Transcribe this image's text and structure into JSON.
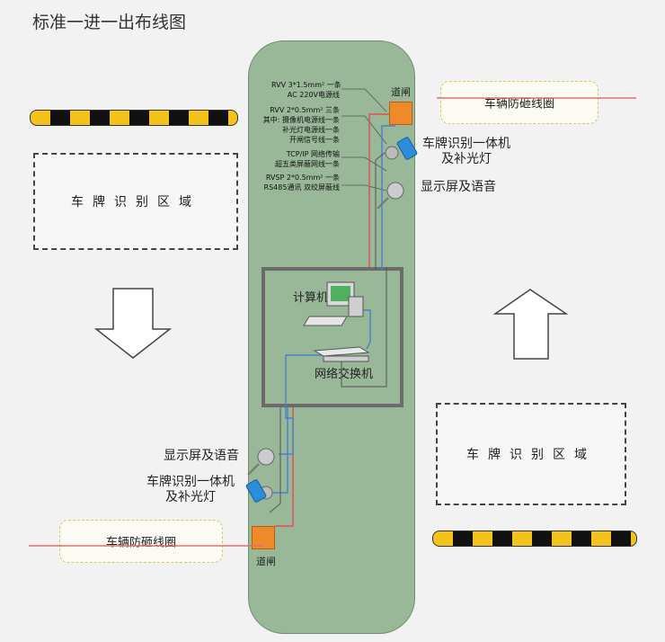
{
  "title": "标准一进一出布线图",
  "zone_label": "车牌识别区域",
  "loop_label": "车辆防砸线圈",
  "gate_label": "道闸",
  "camera_label_line1": "车牌识别一体机",
  "camera_label_line2": "及补光灯",
  "display_label": "显示屏及语音",
  "computer_label": "计算机",
  "switch_label": "网络交换机",
  "cables": {
    "c1_line1": "RVV 3*1.5mm² 一条",
    "c1_line2": "AC 220V电源线",
    "c2_line1": "RVV 2*0.5mm² 三条",
    "c2_line2": "其中: 摄像机电源线一条",
    "c2_line3": "补光灯电源线一条",
    "c2_line4": "开闸信号线一条",
    "c3_line1": "TCP/IP 网络传输",
    "c3_line2": "超五类屏蔽网线一条",
    "c4_line1": "RVSP 2*0.5mm² 一条",
    "c4_line2": "RS485通讯 双绞屏蔽线"
  },
  "colors": {
    "island": "#98b898",
    "gate": "#ef8a2a",
    "wire_red": "#e05050",
    "wire_blue": "#4a7fd0",
    "camera": "#2a8fd8"
  }
}
